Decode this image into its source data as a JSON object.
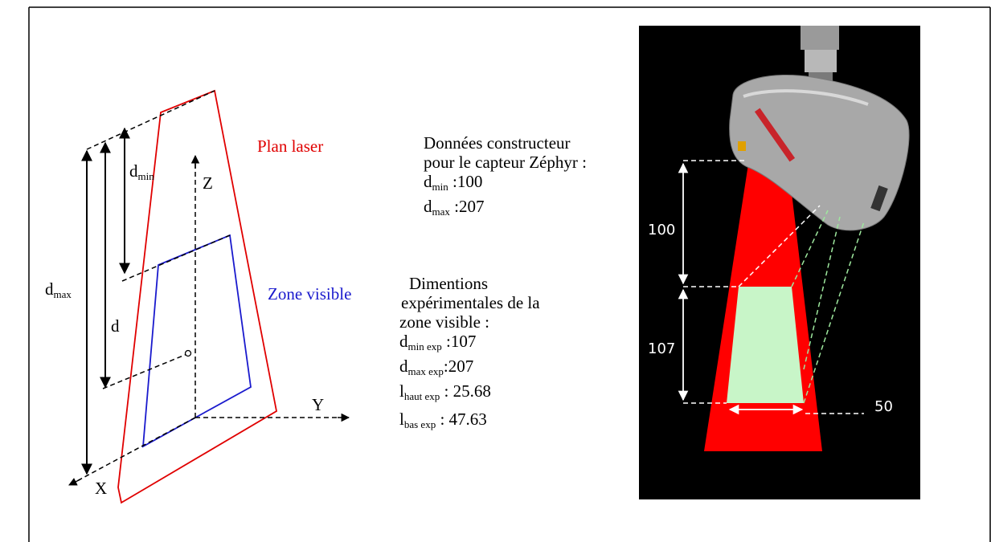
{
  "left_diagram": {
    "d_max_label": {
      "base": "d",
      "sub": "max"
    },
    "d_min_label": {
      "base": "d",
      "sub": "min"
    },
    "d_label": "d",
    "z_label": "Z",
    "y_label": "Y",
    "x_label": "X",
    "plan_laser_label": "Plan laser",
    "zone_visible_label": "Zone visible"
  },
  "constructor_data": {
    "line1": "Données constructeur",
    "line2": "pour le capteur Zéphyr :",
    "rows": [
      {
        "base": "d",
        "sub": "min",
        "value": " :100"
      },
      {
        "base": "d",
        "sub": "max",
        "value": " :207"
      }
    ]
  },
  "experimental_data": {
    "line1": "Dimentions",
    "line2": "expérimentales de la",
    "line3": "zone visible :",
    "rows": [
      {
        "base": "d",
        "sub": "min exp",
        "value": " :107"
      },
      {
        "base": "d",
        "sub": "max  exp",
        "value": ":207"
      },
      {
        "base": "l",
        "sub": "haut exp",
        "value": " : 25.68"
      },
      {
        "base": "l",
        "sub": "bas exp",
        "value": " : 47.63"
      }
    ]
  },
  "photo": {
    "dim_top": "100",
    "dim_bottom": "107",
    "dim_width": "50"
  },
  "colors": {
    "laser_plane": "#e00000",
    "visible_zone": "#1a1acd",
    "laser_beam": "#ff0000",
    "visible_area_fill": "#c8f5c8",
    "photo_background": "#000000",
    "sensor_body": "#a8a8a8"
  }
}
